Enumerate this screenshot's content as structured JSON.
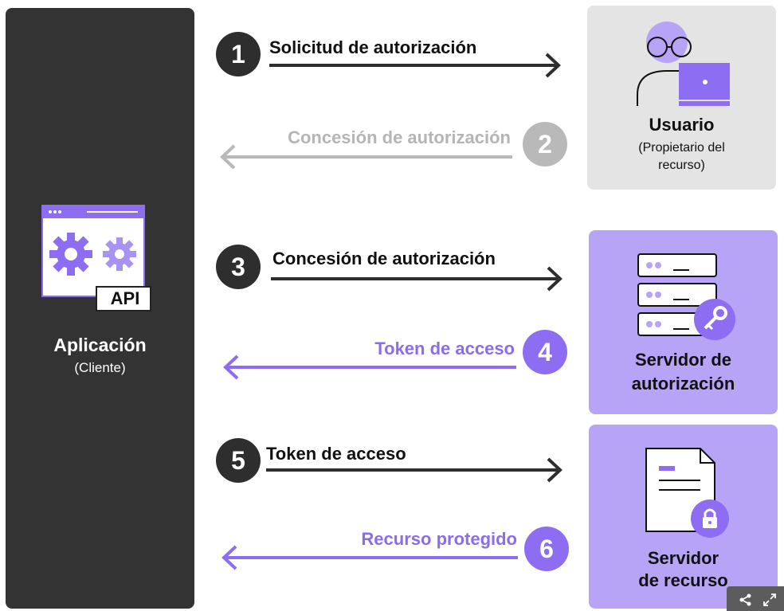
{
  "client": {
    "title": "Aplicación",
    "subtitle": "(Cliente)",
    "api_label": "API"
  },
  "user": {
    "title": "Usuario",
    "subtitle_line1": "(Propietario del",
    "subtitle_line2": "recurso)"
  },
  "auth_server": {
    "title_line1": "Servidor de",
    "title_line2": "autorización"
  },
  "resource_server": {
    "title_line1": "Servidor",
    "title_line2": "de recurso"
  },
  "steps": [
    {
      "number": "1",
      "label": "Solicitud de autorización"
    },
    {
      "number": "2",
      "label": "Concesión de autorización"
    },
    {
      "number": "3",
      "label": "Concesión de autorización"
    },
    {
      "number": "4",
      "label": "Token de acceso"
    },
    {
      "number": "5",
      "label": "Token de acceso"
    },
    {
      "number": "6",
      "label": "Recurso protegido"
    }
  ],
  "colors": {
    "dark": "#2e2e2e",
    "grey": "#b9b9b9",
    "purple": "#8d6df2",
    "light_purple": "#b7a4f6",
    "client_panel": "#333333"
  }
}
